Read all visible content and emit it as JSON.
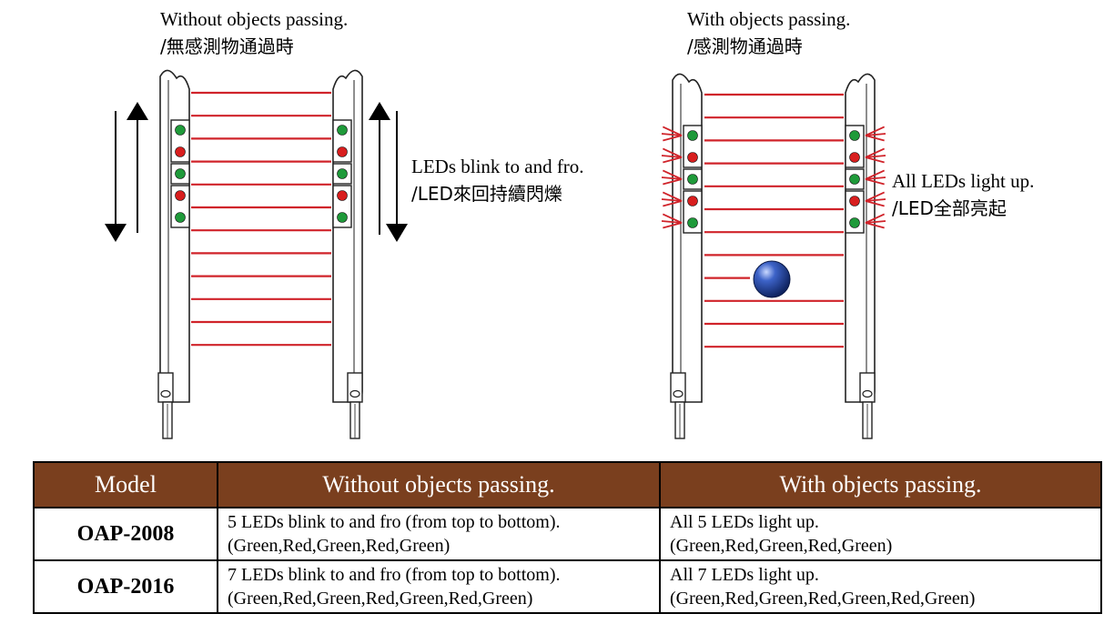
{
  "left_panel": {
    "caption_en": "Without objects passing.",
    "caption_zh": "/無感測物通過時",
    "side_note_en": "LEDs blink to and fro.",
    "side_note_zh": "/LED來回持續閃爍",
    "led_sequence": [
      "green",
      "red",
      "green",
      "red",
      "green"
    ]
  },
  "right_panel": {
    "caption_en": "With objects passing.",
    "caption_zh": "/感測物通過時",
    "side_note_en": "All LEDs light up.",
    "side_note_zh": "/LED全部亮起",
    "led_sequence": [
      "green",
      "red",
      "green",
      "red",
      "green"
    ]
  },
  "colors": {
    "beam": "#d0232a",
    "led_green": "#1f9a3a",
    "led_red": "#d81e1e",
    "table_header_bg": "#7a3f1e",
    "object": "#2a4fa3"
  },
  "table": {
    "headers": [
      "Model",
      "Without objects passing.",
      "With objects passing."
    ],
    "rows": [
      {
        "model": "OAP-2008",
        "without_line1": "5 LEDs blink to and fro (from top to bottom).",
        "without_line2": "(Green,Red,Green,Red,Green)",
        "with_line1": "All 5 LEDs light up.",
        "with_line2": "(Green,Red,Green,Red,Green)"
      },
      {
        "model": "OAP-2016",
        "without_line1": "7 LEDs blink to and fro (from top to bottom).",
        "without_line2": "(Green,Red,Green,Red,Green,Red,Green)",
        "with_line1": "All 7 LEDs light up.",
        "with_line2": "(Green,Red,Green,Red,Green,Red,Green)"
      }
    ]
  }
}
